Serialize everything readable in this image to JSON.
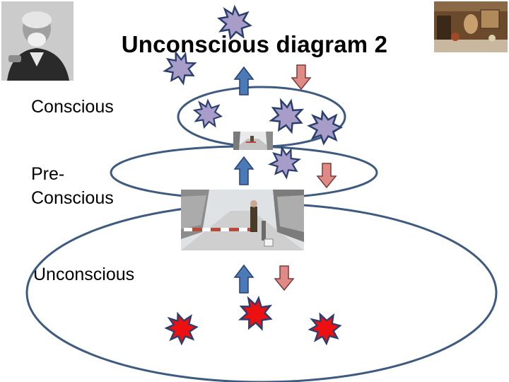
{
  "slide": {
    "title": "Unconscious diagram 2",
    "levels": {
      "conscious": "Conscious",
      "preconscious_line1": "Pre-",
      "preconscious_line2": "Conscious",
      "unconscious": "Unconscious"
    }
  },
  "colors": {
    "ellipse_stroke": "#3d5a80",
    "up_arrow": "#4a7ab8",
    "down_arrow": "#e08a86",
    "thought_fill": "#a89cc8",
    "repressed_fill": "#ee1010",
    "burst_stroke": "#2a3f6e"
  },
  "images": {
    "portrait": "freud-portrait-photo",
    "study": "freud-study-room-photo",
    "small_snow": "snowy-path-small-photo",
    "border_crossing": "snowy-border-crossing-photo"
  }
}
